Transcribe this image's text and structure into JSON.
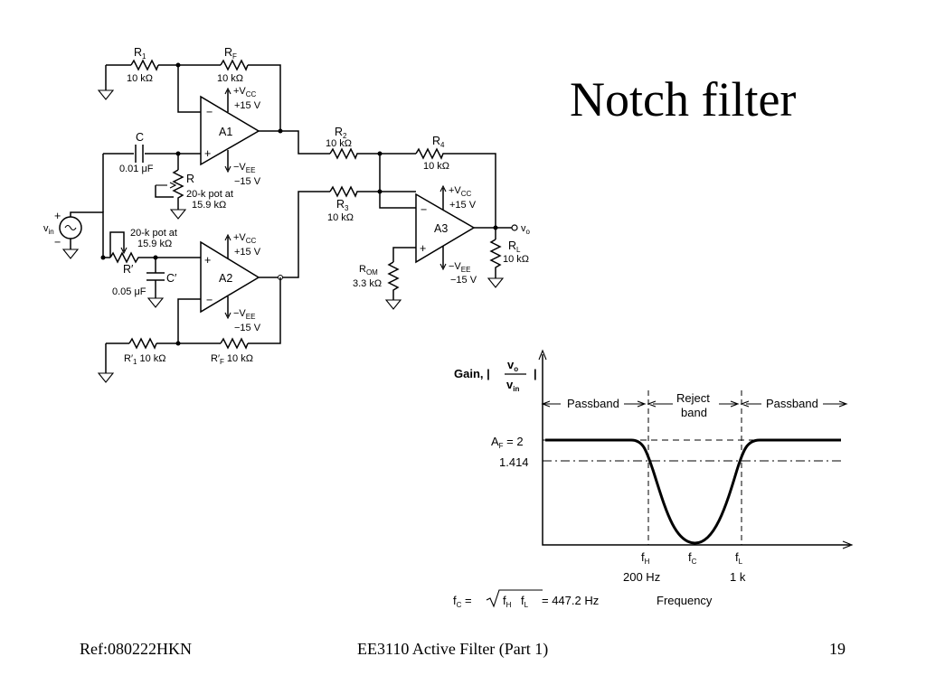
{
  "slide": {
    "title": "Notch filter",
    "footer_left": "Ref:080222HKN",
    "footer_center": "EE3110 Active Filter (Part 1)",
    "footer_right": "19"
  },
  "circuit": {
    "r1_name": "R",
    "r1_sub": "1",
    "r1_value": "10 kΩ",
    "rf_name": "R",
    "rf_sub": "F",
    "rf_value": "10 kΩ",
    "c_name": "C",
    "c_value": "0.01 μF",
    "r_name": "R",
    "r_note1": "20-k pot at",
    "r_note2": "15.9 kΩ",
    "a1": "A1",
    "a1_vcc": "+V",
    "a1_vcc_sub": "CC",
    "a1_vcc_val": "+15 V",
    "a1_vee": "−V",
    "a1_vee_sub": "EE",
    "a1_vee_val": "−15 V",
    "r2_name": "R",
    "r2_sub": "2",
    "r2_value": "10 kΩ",
    "r3_name": "R",
    "r3_sub": "3",
    "r3_value": "10 kΩ",
    "r4_name": "R",
    "r4_sub": "4",
    "r4_value": "10 kΩ",
    "vin": "v",
    "vin_sub": "in",
    "vin_plus": "+",
    "vin_minus": "−",
    "rp_note1": "20-k pot at",
    "rp_note2": "15.9 kΩ",
    "rp_name": "R′",
    "cp_name": "C′",
    "cp_value": "0.05 μF",
    "a2": "A2",
    "a2_vcc": "+V",
    "a2_vcc_sub": "CC",
    "a2_vcc_val": "+15 V",
    "a2_vee": "−V",
    "a2_vee_sub": "EE",
    "a2_vee_val": "−15 V",
    "r1p_name": "R′",
    "r1p_sub": "1",
    "r1p_value": "10 kΩ",
    "rfp_name": "R′",
    "rfp_sub": "F",
    "rfp_value": "10 kΩ",
    "a3": "A3",
    "a3_vcc": "+V",
    "a3_vcc_sub": "CC",
    "a3_vcc_val": "+15 V",
    "a3_vee": "−V",
    "a3_vee_sub": "EE",
    "a3_vee_val": "−15 V",
    "rom_name": "R",
    "rom_sub": "OM",
    "rom_value": "3.3 kΩ",
    "rl_name": "R",
    "rl_sub": "L",
    "rl_value": "10 kΩ",
    "vo": "v",
    "vo_sub": "o",
    "minus_sign": "−",
    "plus_sign": "+"
  },
  "response": {
    "gain_label": "Gain, |",
    "frac_num": "v",
    "frac_num_sub": "o",
    "frac_den": "v",
    "frac_den_sub": "in",
    "gain_close": "|",
    "passband_left": "Passband",
    "reject_1": "Reject",
    "reject_2": "band",
    "passband_right": "Passband",
    "af_label": "A",
    "af_sub": "F",
    "af_value": " = 2",
    "level_1414": "1.414",
    "fh": "f",
    "fh_sub": "H",
    "fc": "f",
    "fc_sub": "C",
    "fl": "f",
    "fl_sub": "L",
    "fh_value": "200 Hz",
    "fl_value": "1 k",
    "formula_lhs": "f",
    "formula_lhs_sub": "C",
    "formula_eq": " = ",
    "formula_fh": "f",
    "formula_fh_sub": "H",
    "formula_fl": "f",
    "formula_fl_sub": "L",
    "formula_rhs": " = 447.2 Hz",
    "xaxis_label": "Frequency"
  }
}
